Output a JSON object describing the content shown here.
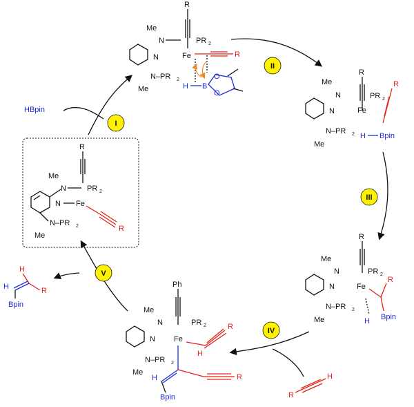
{
  "steps": [
    "I",
    "II",
    "III",
    "IV",
    "V"
  ],
  "labels": {
    "me": "Me",
    "n": "N",
    "fe": "Fe",
    "pr": "PR",
    "r": "R",
    "h": "H",
    "b": "B",
    "o": "O",
    "ph": "Ph",
    "npr": "N–PR",
    "two": "2",
    "bpin": "Bpin",
    "hbpin": "HBpin"
  },
  "colors": {
    "black": "#111111",
    "red": "#e2231a",
    "blue": "#1f2bd6",
    "orange": "#e8892c",
    "step_fill": "#fff200"
  }
}
